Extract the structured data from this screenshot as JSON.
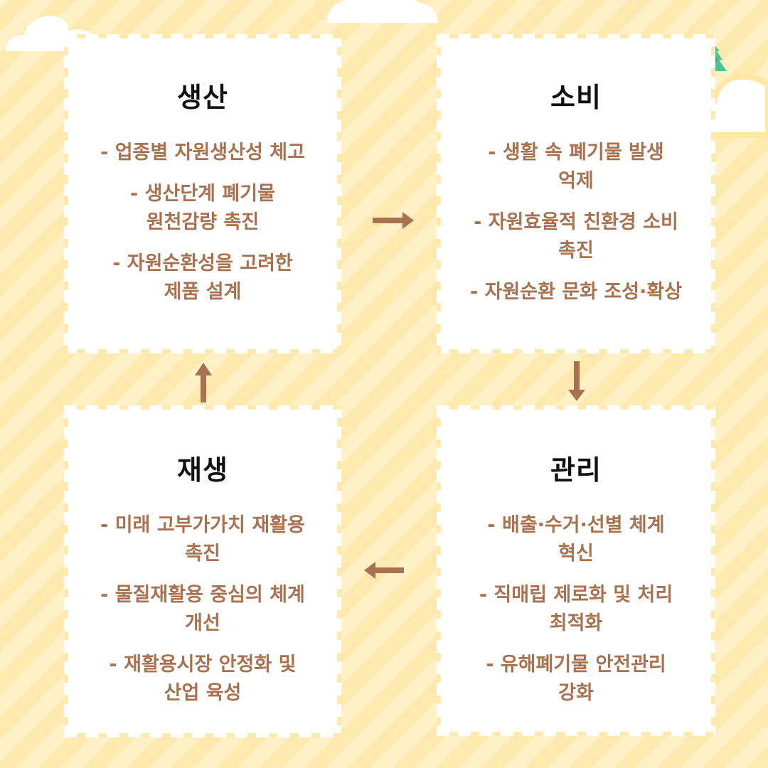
{
  "colors": {
    "background": "#FFEBB3",
    "background_stripe": "#FFF0C6",
    "box": "#FFFFFF",
    "title_text": "#111111",
    "item_text": "#A8714F",
    "arrow": "#A8714F",
    "tree_round": "#5CD46C",
    "tree_pine": "#45C69A",
    "trunk": "#A8714F",
    "cloud": "#FFFFFF",
    "cloud_outline": "#FFE7A6"
  },
  "cycle": {
    "production": {
      "title": "생산",
      "items": [
        "- 업종별 자원생산성 체고",
        "- 생산단계 폐기물 원천감량 촉진",
        "- 자원순환성을 고려한 제품 설계"
      ]
    },
    "consumption": {
      "title": "소비",
      "items": [
        "- 생활 속 폐기물 발생 억제",
        "- 자원효율적 친환경 소비 촉진",
        "- 자원순환 문화 조성·확상"
      ]
    },
    "management": {
      "title": "관리",
      "items": [
        "- 배출·수거·선별 체계 혁신",
        "- 직매립 제로화 및 처리 최적화",
        "- 유해폐기물 안전관리 강화"
      ]
    },
    "regeneration": {
      "title": "재생",
      "items": [
        "- 미래 고부가가치 재활용 촉진",
        "- 물질재활용 중심의 체계 개선",
        "- 재활용시장 안정화 및 산업 육성"
      ]
    }
  },
  "arrows": [
    {
      "from": "production",
      "to": "consumption",
      "direction": "right"
    },
    {
      "from": "consumption",
      "to": "management",
      "direction": "down"
    },
    {
      "from": "management",
      "to": "regeneration",
      "direction": "left"
    },
    {
      "from": "regeneration",
      "to": "production",
      "direction": "up"
    }
  ],
  "decorations": [
    "cloud-top-left",
    "cloud-top-center",
    "cloud-right",
    "tree-round",
    "tree-pine"
  ]
}
